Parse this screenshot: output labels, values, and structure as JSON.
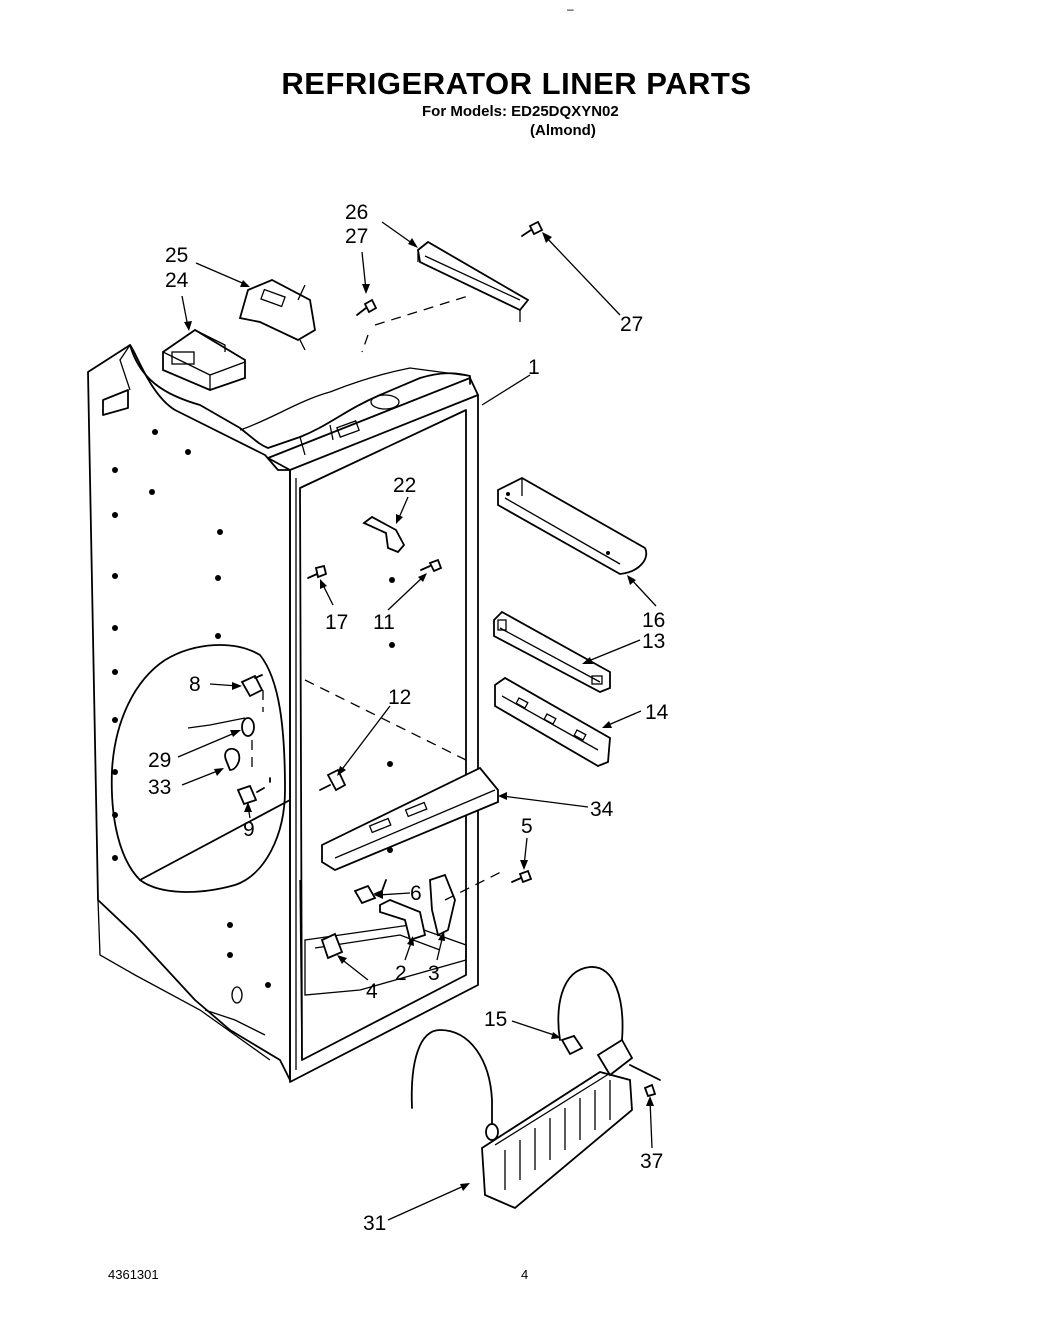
{
  "page": {
    "top_mark": "–",
    "title": "REFRIGERATOR LINER PARTS",
    "subtitle": "For Models: ED25DQXYN02",
    "color_note": "(Almond)",
    "footer_left": "4361301",
    "footer_right": "4"
  },
  "callouts": {
    "c1": "1",
    "c2": "2",
    "c3": "3",
    "c4": "4",
    "c5": "5",
    "c6": "6",
    "c8": "8",
    "c9": "9",
    "c11": "11",
    "c12": "12",
    "c13": "13",
    "c14": "14",
    "c15": "15",
    "c16": "16",
    "c17": "17",
    "c22": "22",
    "c24": "24",
    "c25": "25",
    "c26": "26",
    "c27a": "27",
    "c27b": "27",
    "c29": "29",
    "c31": "31",
    "c33": "33",
    "c34": "34",
    "c37": "37"
  }
}
